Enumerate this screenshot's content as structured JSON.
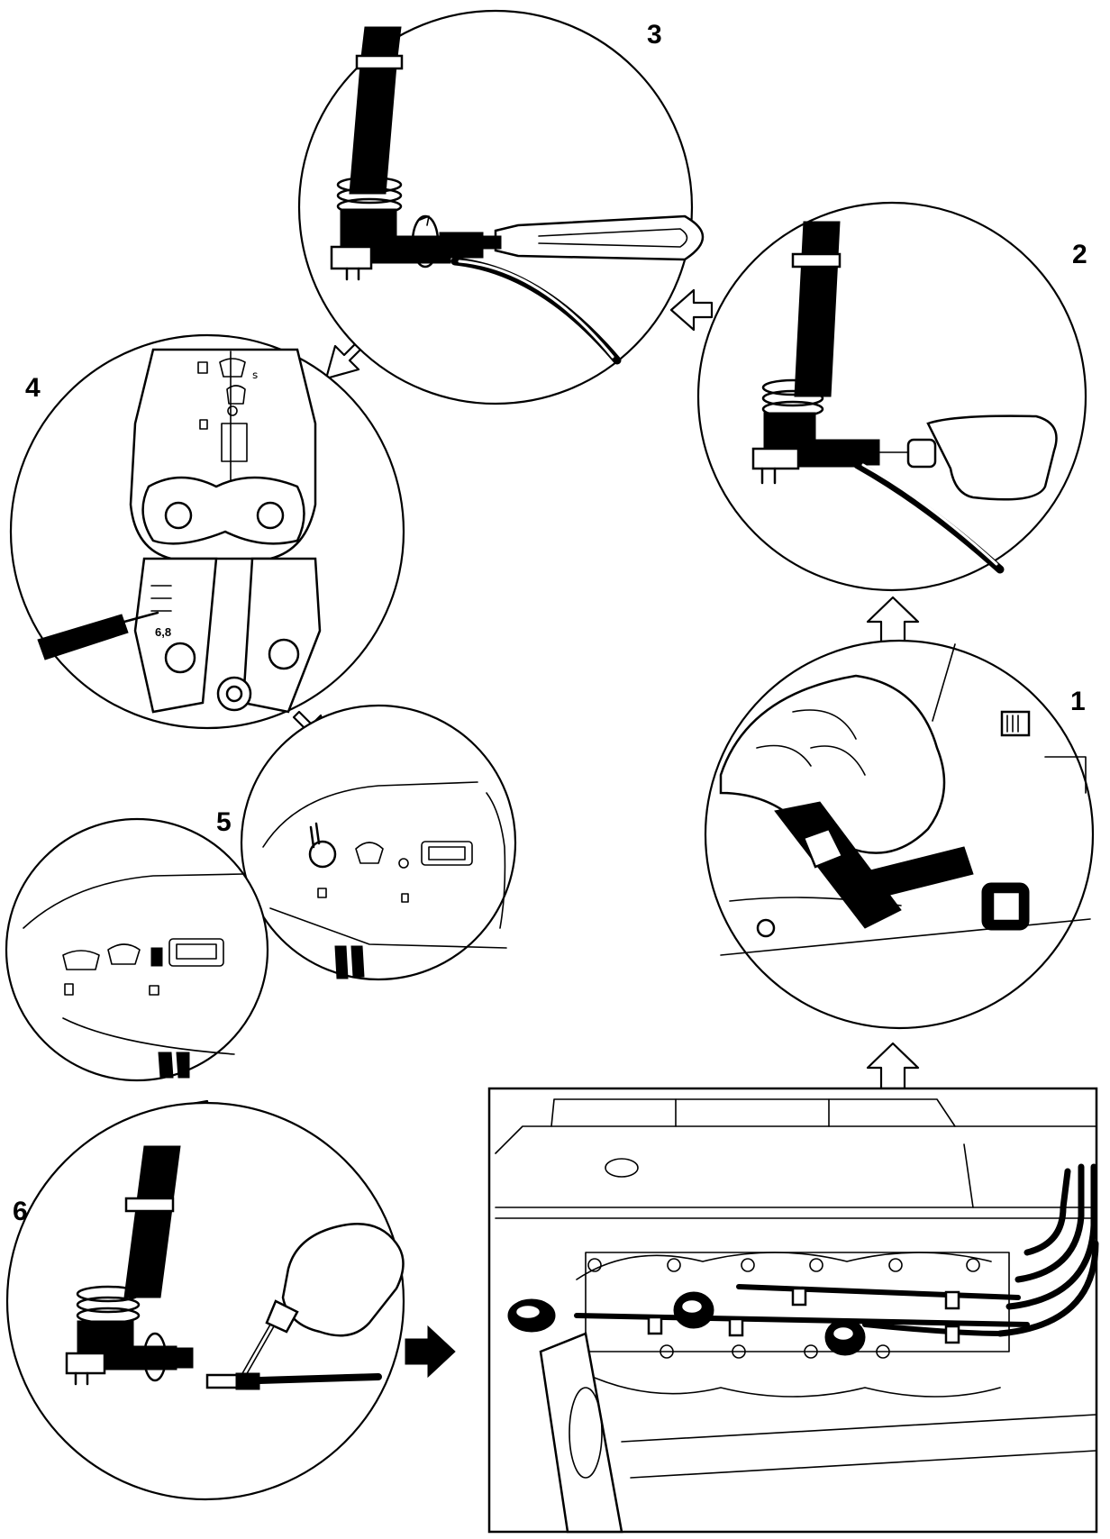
{
  "steps": [
    {
      "label": "1"
    },
    {
      "label": "2"
    },
    {
      "label": "3"
    },
    {
      "label": "4"
    },
    {
      "label": "5"
    },
    {
      "label": "6"
    }
  ],
  "crimper_size_label": "6,8",
  "icons": [
    "step-arrow-icon",
    "final-arrow-icon",
    "rotate-icon",
    "terminal-icon",
    "tube-icon"
  ]
}
